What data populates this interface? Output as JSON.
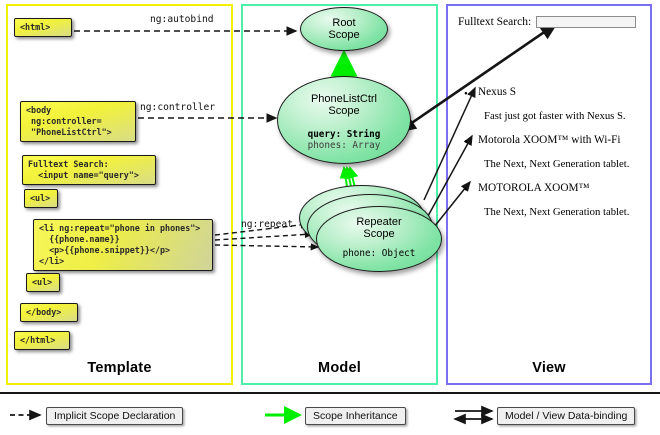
{
  "columns": {
    "template": {
      "label": "Template",
      "border_color": "#f2f000"
    },
    "model": {
      "label": "Model",
      "border_color": "#4cf0a8"
    },
    "view": {
      "label": "View",
      "border_color": "#7a6ff0"
    }
  },
  "template": {
    "boxes": [
      {
        "name": "html-open",
        "code": "<html>"
      },
      {
        "name": "body-open",
        "code": "<body\n ng:controller=\n \"PhoneListCtrl\">"
      },
      {
        "name": "search",
        "code": "Fulltext Search:\n  <input name=\"query\">"
      },
      {
        "name": "ul-open",
        "code": "<ul>"
      },
      {
        "name": "li-repeat",
        "code": "<li ng:repeat=\"phone in phones\">\n  {{phone.name}}\n  <p>{{phone.snippet}}</p>\n</li>"
      },
      {
        "name": "ul-close",
        "code": "<ul>"
      },
      {
        "name": "body-close",
        "code": "</body>"
      },
      {
        "name": "html-close",
        "code": "</html>"
      }
    ]
  },
  "edge_labels": {
    "autobind": "ng:autobind",
    "controller": "ng:controller",
    "repeat": "ng:repeat"
  },
  "model": {
    "root_scope": {
      "title_line1": "Root",
      "title_line2": "Scope"
    },
    "ctrl_scope": {
      "title_line1": "PhoneListCtrl",
      "title_line2": "Scope",
      "prop1": "query: String",
      "prop2": "phones: Array"
    },
    "repeater_scope": {
      "title_line1": "Repeater",
      "title_line2": "Scope",
      "prop1": "phone: Object"
    }
  },
  "view": {
    "search_label": "Fulltext Search:",
    "search_value": "",
    "search_placeholder": "",
    "phones": [
      {
        "name": "Nexus S",
        "snippet": "Fast just got faster with Nexus S."
      },
      {
        "name": "Motorola XOOM™  with Wi-Fi",
        "snippet": "The Next, Next Generation tablet."
      },
      {
        "name": "MOTOROLA XOOM™",
        "snippet": "The Next, Next Generation tablet."
      }
    ],
    "bullet": "•"
  },
  "legend": [
    {
      "name": "implicit-scope-declaration",
      "label": "Implicit Scope Declaration",
      "style": "dashed-black-arrow"
    },
    {
      "name": "scope-inheritance",
      "label": "Scope Inheritance",
      "style": "solid-green-arrow"
    },
    {
      "name": "model-view-data-binding",
      "label": "Model / View Data-binding",
      "style": "double-black-arrow"
    }
  ],
  "colors": {
    "scope_fill": "#7fe3a4",
    "code_fill": "#f2f23a",
    "green_arrow": "#00ee00",
    "dashed_arrow": "#1a1a1a"
  }
}
